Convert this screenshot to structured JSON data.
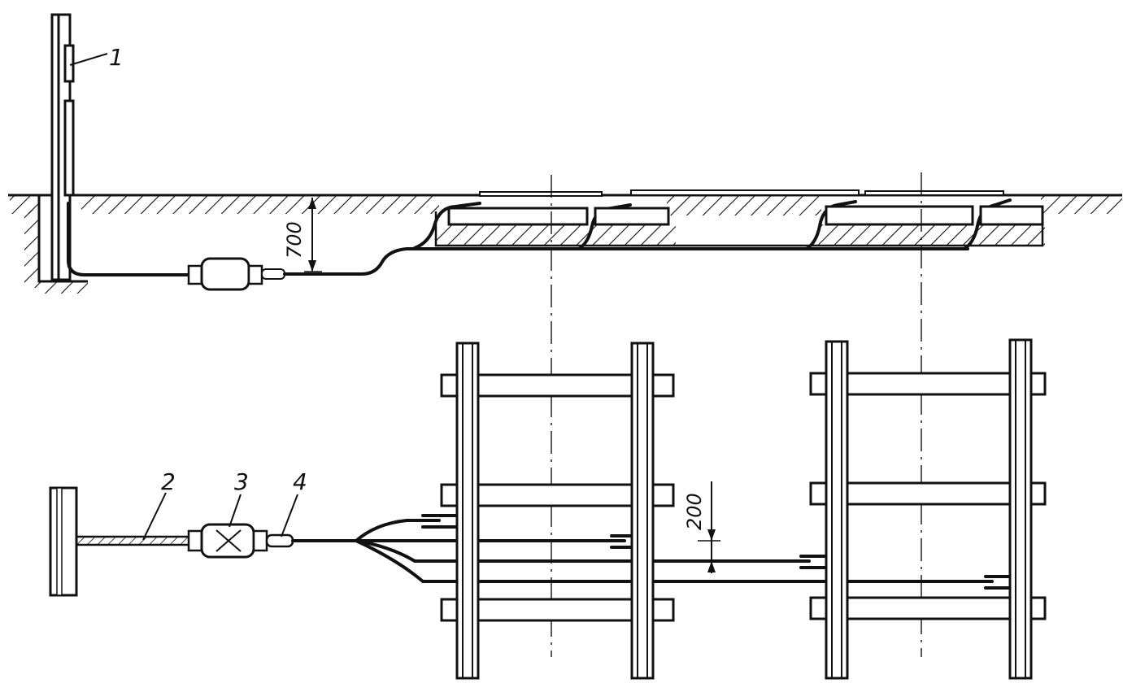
{
  "labels": {
    "item_1": "1",
    "item_2": "2",
    "item_3": "3",
    "item_4": "4"
  },
  "dimensions": {
    "depth": "700",
    "spacing": "200"
  }
}
